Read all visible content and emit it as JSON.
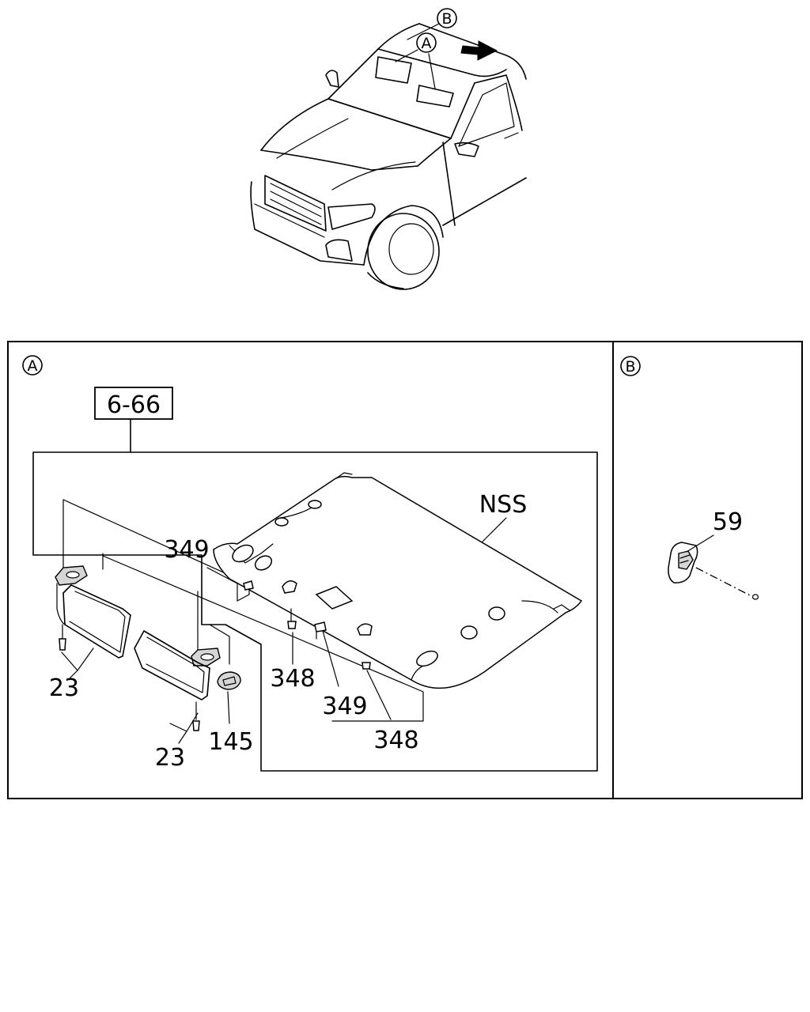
{
  "overview": {
    "callout_a": "A",
    "callout_b": "B"
  },
  "panel_a": {
    "marker": "A",
    "ref_box": "6-66",
    "labels": {
      "nss": "NSS",
      "p349_top": "349",
      "p348_mid": "348",
      "p349_bottom": "349",
      "p348_bottom": "348",
      "p23_left": "23",
      "p23_right": "23",
      "p145": "145"
    }
  },
  "panel_b": {
    "marker": "B",
    "labels": {
      "p59": "59"
    }
  }
}
